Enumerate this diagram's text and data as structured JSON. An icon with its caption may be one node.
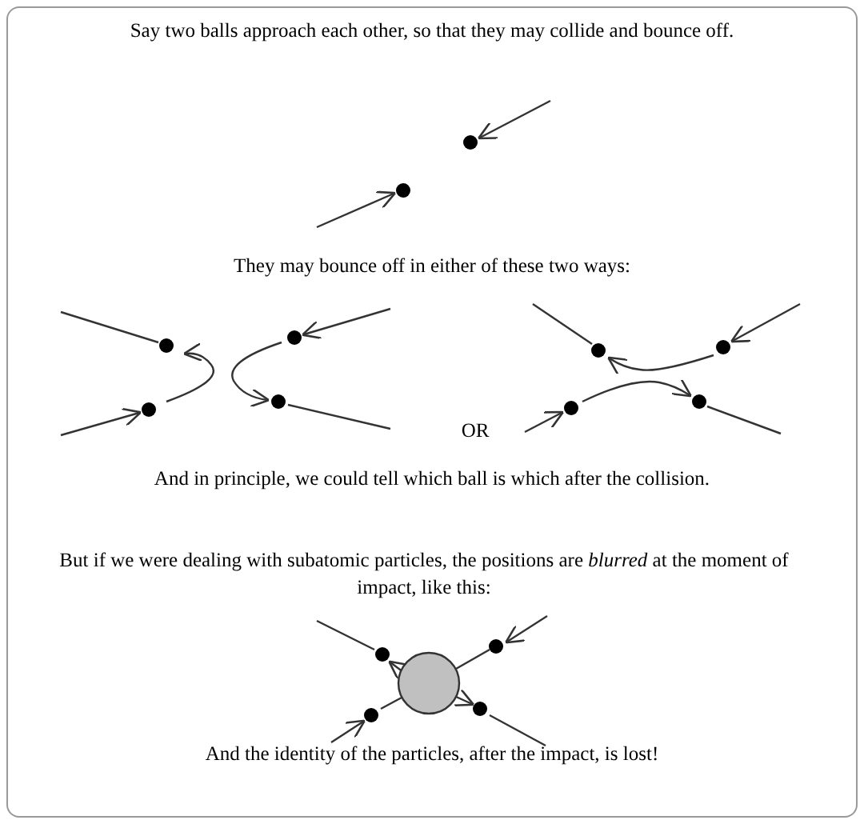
{
  "diagram": {
    "labels": [
      "Say two balls approach each other, so that they may collide and bounce off.",
      "They may bounce off in either of these two ways:",
      "OR",
      "And in principle, we could tell which ball is which after the collision.",
      "But if we were dealing with subatomic particles, the positions are *blurred* at the moment of impact, like this:",
      "And the identity of the particles, after the impact, is lost!"
    ]
  }
}
